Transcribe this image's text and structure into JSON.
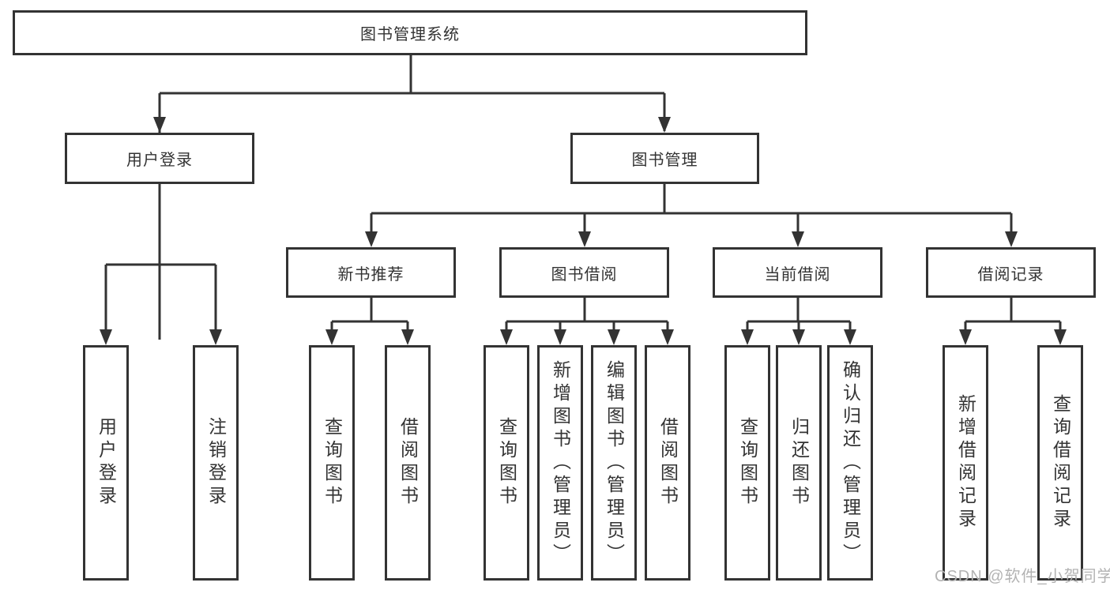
{
  "diagram": {
    "tree": {
      "root": "图书管理系统",
      "branches": [
        {
          "label": "用户登录",
          "children": [
            "用户登录",
            "注销登录"
          ]
        },
        {
          "label": "图书管理",
          "sections": [
            {
              "label": "新书推荐",
              "children": [
                "查询图书",
                "借阅图书"
              ]
            },
            {
              "label": "图书借阅",
              "children": [
                "查询图书",
                "新增图书（管理员）",
                "编辑图书（管理员）",
                "借阅图书"
              ]
            },
            {
              "label": "当前借阅",
              "children": [
                "查询图书",
                "归还图书",
                "确认归还（管理员）"
              ]
            },
            {
              "label": "借阅记录",
              "children": [
                "新增借阅记录",
                "查询借阅记录"
              ]
            }
          ]
        }
      ]
    },
    "colors": {
      "line": "#333333",
      "box_border": "#333333",
      "box_fill": "#ffffff",
      "text": "#333333",
      "watermark_text": "#b3b3b3"
    }
  },
  "watermark": {
    "text": "CSDN @软件_小贺同学"
  }
}
